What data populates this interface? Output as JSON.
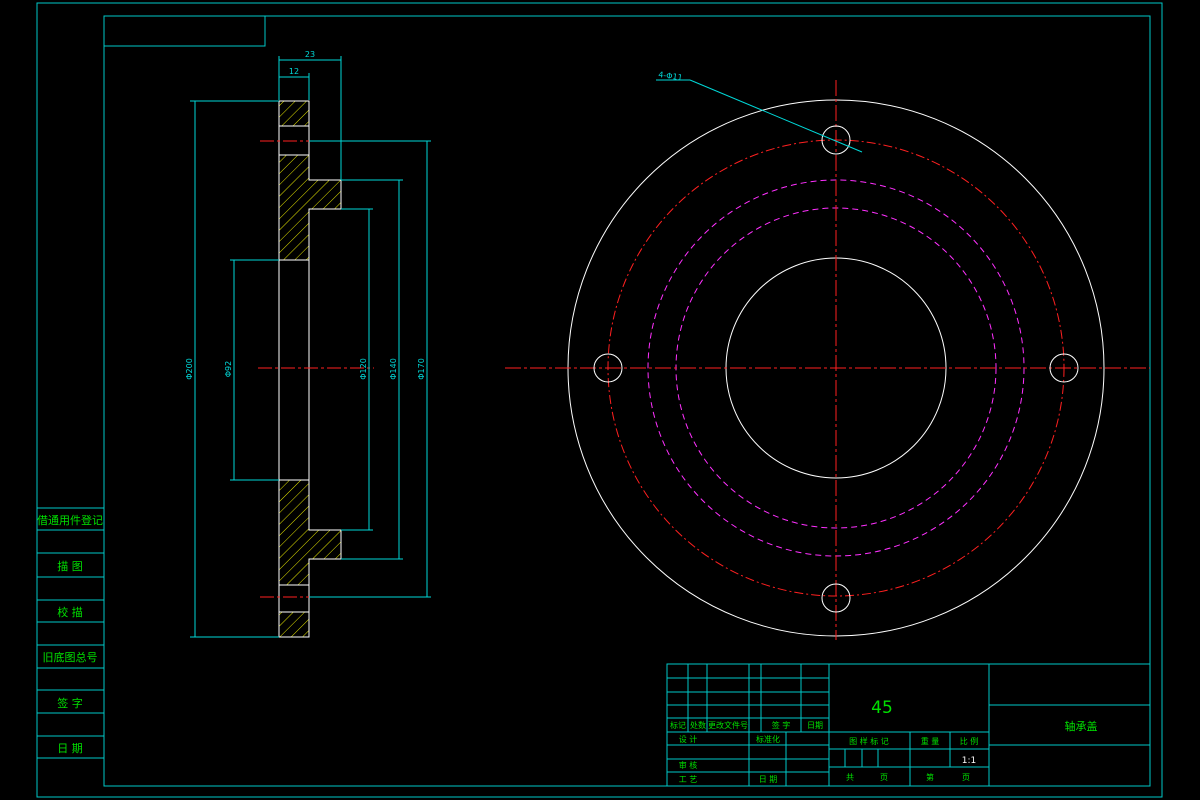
{
  "drawing": {
    "material": "45",
    "part_name": "轴承盖",
    "scale": "1:1"
  },
  "dimensions": {
    "top_23": "23",
    "top_12": "12",
    "dia_200": "Φ200",
    "dia_92": "Φ92",
    "dia_120": "Φ120",
    "dia_140": "Φ140",
    "dia_170": "Φ170",
    "holes_note": "4-Φ11"
  },
  "side_table": {
    "rows": [
      "借通用件登记",
      "描 图",
      "校 描",
      "旧底图总号",
      "签 字",
      "日 期"
    ]
  },
  "title_block": {
    "col_labels": [
      "标记",
      "处数",
      "更改文件号",
      "签 字",
      "日期"
    ],
    "design": "设 计",
    "standardize": "标准化",
    "review": "审 核",
    "process": "工 艺",
    "date": "日 期",
    "stage_mark": "图 样 标 记",
    "weight": "重 量",
    "scale_label": "比 例",
    "total": "共",
    "page": "页",
    "sheet": "第",
    "page2": "页"
  },
  "colors": {
    "frame": "#00c8c8",
    "outline": "#ffffff",
    "centerline": "#ff2020",
    "hidden": "#ff30ff",
    "hatch": "#e6e600",
    "text": "#00e000",
    "dim": "#00d8d8"
  }
}
